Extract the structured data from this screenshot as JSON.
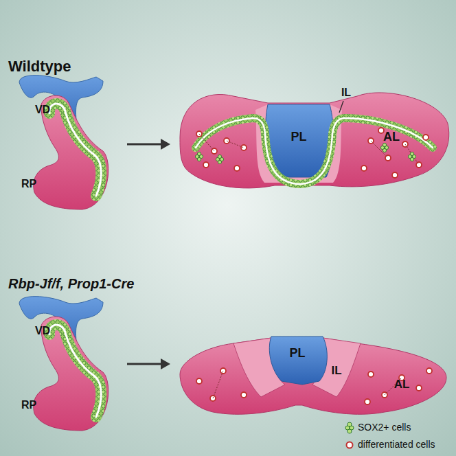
{
  "diagram": {
    "labels": [
      "Wildtype",
      "VD",
      "RP",
      "IL",
      "PL",
      "AL",
      "Rbp-Jf/f, Prop1-Cre",
      "VD",
      "RP",
      "PL",
      "IL",
      "AL"
    ],
    "legend": [
      {
        "text": "SOX2+ cells"
      },
      {
        "text": "differentiated cells"
      }
    ]
  }
}
